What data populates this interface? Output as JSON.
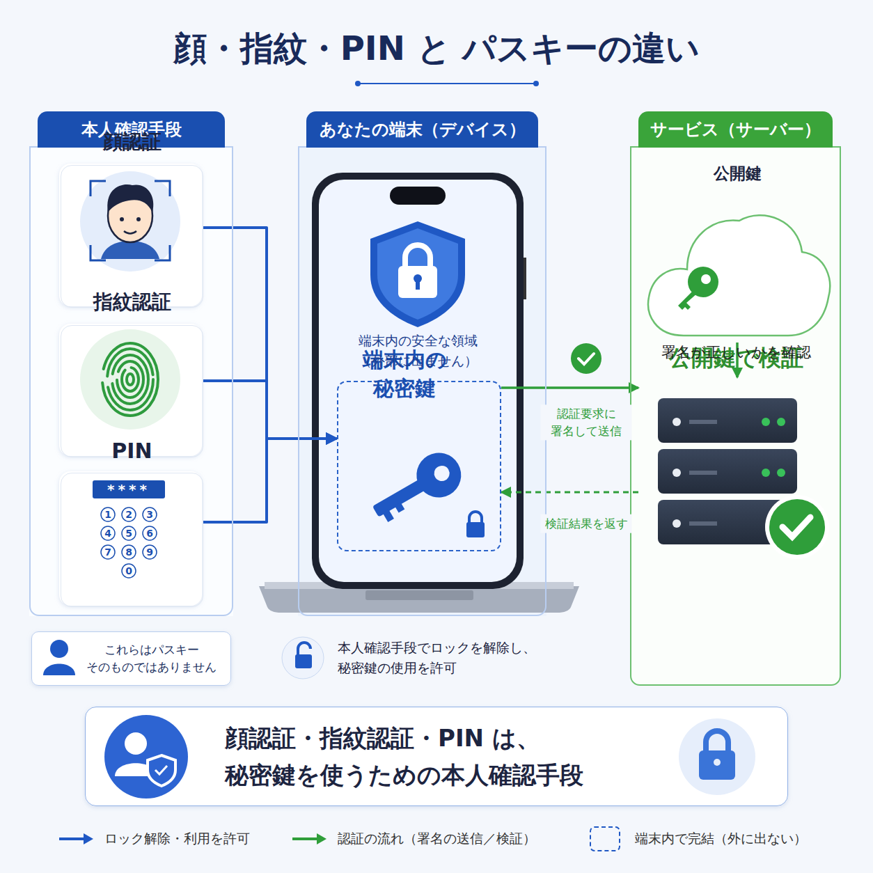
{
  "diagram": {
    "title": "顔・指紋・PIN と パスキーの違い",
    "nodes": [
      {
        "text": [
          "本人確認手段"
        ]
      },
      {
        "text": [
          "顔認証"
        ],
        "in": 0
      },
      {
        "text": [
          "指紋認証"
        ],
        "in": 0
      },
      {
        "text": [
          "PIN"
        ],
        "in": 0
      },
      {
        "text": [
          "あなたの端末（デバイス）"
        ]
      },
      {
        "text": [
          "端末内の 秘密鍵"
        ],
        "in": 4
      },
      {
        "text": [
          "サービス（サーバー）"
        ]
      },
      {
        "text": [
          "公開鍵"
        ],
        "in": 6
      },
      {
        "text": [
          "公開鍵で検証",
          "署名が正しいかを確認"
        ],
        "in": 6
      },
      {
        "text": [
          "これらはパスキー そのものではありません"
        ]
      },
      {
        "text": [
          "顔認証・指紋認証・PIN は、 秘密鍵を使うための本人確認手段"
        ]
      }
    ],
    "edges": [
      {
        "from": 1,
        "to": 5,
        "arrow": "to"
      },
      {
        "from": 2,
        "to": 5,
        "arrow": "to"
      },
      {
        "from": 3,
        "to": 5,
        "arrow": "to"
      },
      {
        "from": 5,
        "to": 8,
        "label": "認証要求に 署名して送信",
        "arrow": "to"
      },
      {
        "from": 8,
        "to": 5,
        "label": "検証結果を返す",
        "arrow": "to"
      },
      {
        "from": 7,
        "to": 8,
        "arrow": "to"
      }
    ],
    "labels": [
      "端末内の安全な領域 （外部に出ません）",
      "本人確認手段でロックを解除し、 秘密鍵の使用を許可",
      "****",
      "1",
      "2",
      "3",
      "4",
      "5",
      "6",
      "7",
      "8",
      "9",
      "0"
    ],
    "legend": [
      {
        "text": "ロック解除・利用を許可"
      },
      {
        "text": "認証の流れ（署名の送信／検証）"
      },
      {
        "text": "端末内で完結（外に出ない）"
      }
    ]
  }
}
